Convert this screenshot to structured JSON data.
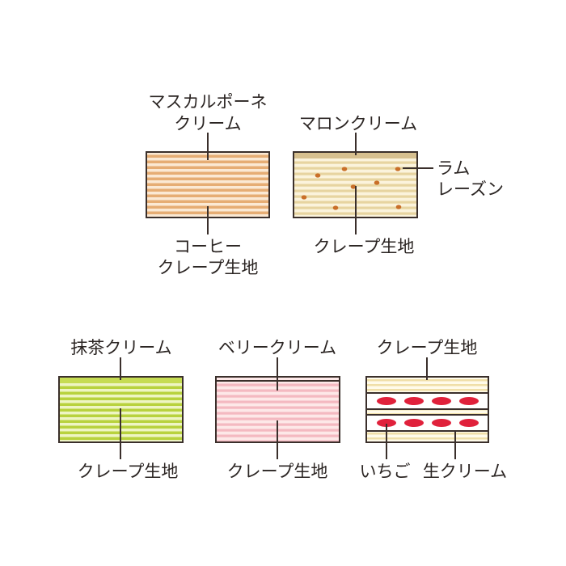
{
  "colors": {
    "outline": "#3a2f2b",
    "coffee_stripe": "#e6ad74",
    "coffee_base": "#fbe9d4",
    "marron_stripe": "#e7d4a0",
    "marron_base": "#fbf3dc",
    "marron_top": "#d7c08f",
    "raisin": "#c96f28",
    "matcha_stripe": "#b8d23e",
    "matcha_base": "#eef5c4",
    "matcha_top": "#c6dc53",
    "berry_stripe": "#f4b9c1",
    "berry_base": "#fde8e8",
    "crepe_stripe": "#f0dfa8",
    "crepe_base": "#fffbea",
    "strawberry": "#e0213b"
  },
  "cakes": [
    {
      "id": "coffee",
      "top_label": [
        "マスカルポーネ",
        "クリーム"
      ],
      "bottom_label": [
        "コーヒー",
        "クレープ生地"
      ]
    },
    {
      "id": "marron",
      "top_label": [
        "マロンクリーム"
      ],
      "side_label": [
        "ラム",
        "レーズン"
      ],
      "bottom_label": [
        "クレープ生地"
      ]
    },
    {
      "id": "matcha",
      "top_label": [
        "抹茶クリーム"
      ],
      "bottom_label": [
        "クレープ生地"
      ]
    },
    {
      "id": "berry",
      "top_label": [
        "ベリークリーム"
      ],
      "bottom_label": [
        "クレープ生地"
      ]
    },
    {
      "id": "strawberry",
      "top_label": [
        "クレープ生地"
      ],
      "bottom_left_label": [
        "いちご"
      ],
      "bottom_right_label": [
        "生クリーム"
      ]
    }
  ]
}
